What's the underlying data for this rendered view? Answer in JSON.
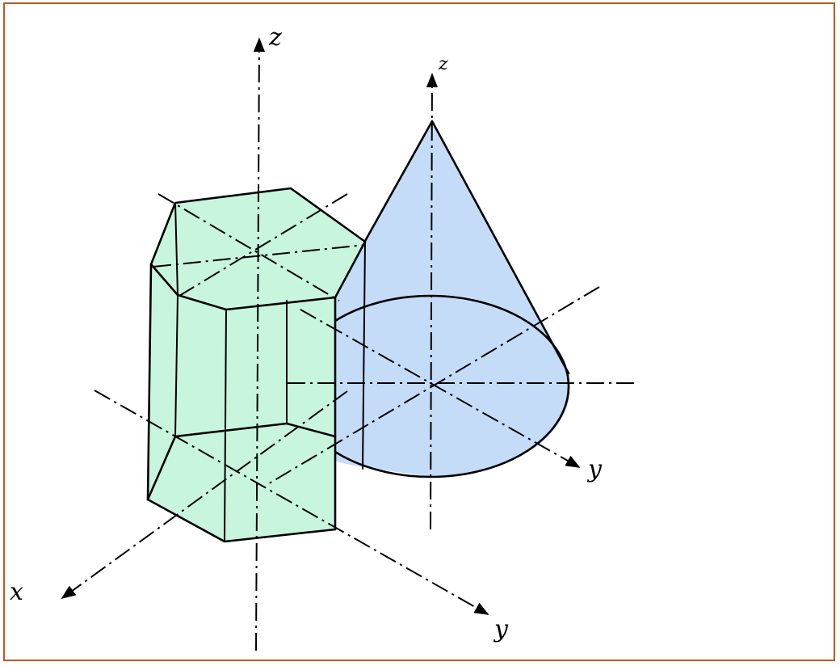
{
  "diagram": {
    "labels": {
      "z_left": "z",
      "z_right": "z",
      "x_axis": "x",
      "y_left": "y",
      "y_right": "y"
    },
    "colors": {
      "frame": "#c0581e",
      "prism_fill": "#c8f5de",
      "cone_fill": "#c4dcf8",
      "line": "#000000"
    }
  }
}
